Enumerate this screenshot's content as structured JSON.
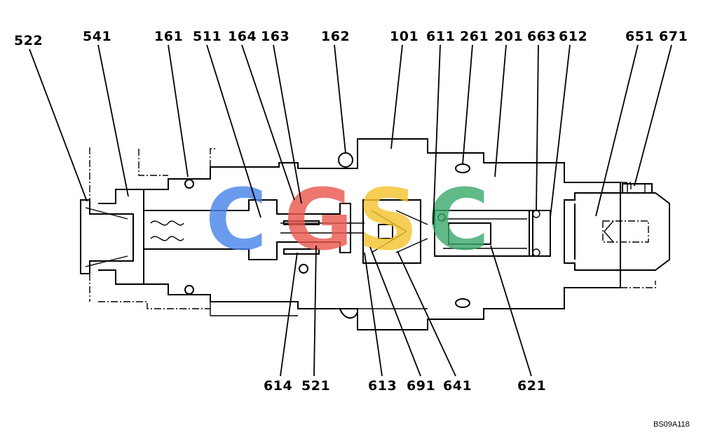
{
  "labels_top": [
    "522",
    "541",
    "161",
    "511",
    "164",
    "163",
    "162",
    "101",
    "611",
    "261",
    "201",
    "663",
    "612",
    "651",
    "671"
  ],
  "labels_bottom": [
    "614",
    "521",
    "613",
    "691",
    "641",
    "621"
  ],
  "drawing_code": "BS09A118",
  "watermark": {
    "letters": [
      "C",
      "G",
      "S",
      "C"
    ],
    "colors": [
      "#4a86e8",
      "#ea5a4f",
      "#f4c430",
      "#3faa6e"
    ]
  }
}
